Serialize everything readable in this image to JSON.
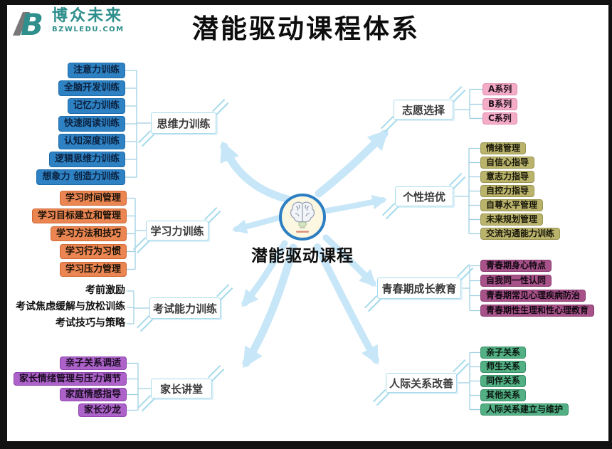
{
  "logo": {
    "mark": "B",
    "name": "博众未来",
    "domain": "BZWLEDU.COM",
    "color": "#2E8F8C",
    "mark_gray": "#787878"
  },
  "title": "潜能驱动课程体系",
  "center": {
    "label": "潜能驱动课程",
    "icon": "brain-bulb-icon",
    "ring_color": "#2B7FC2",
    "fill_color": "#FBF7E0"
  },
  "colors": {
    "node_border": "#A7DBEB",
    "connector": "#9FCFE2",
    "arrow": "#C7E6F7",
    "frame": "#121212",
    "title_color": "#0D0D0D"
  },
  "branches": [
    {
      "id": "thinking",
      "label": "思维力训练",
      "side": "left",
      "box_fill": "#2E82C4",
      "box_border": "#1E6CAB",
      "box_text": "#0B2240",
      "children": [
        "注意力训练",
        "全脑开发训练",
        "记忆力训练",
        "快速阅读训练",
        "认知深度训练",
        "逻辑思维力训练",
        "想象力 创造力训练"
      ]
    },
    {
      "id": "learning",
      "label": "学习力训练",
      "side": "left",
      "box_fill": "#EB8652",
      "box_border": "#CF6A36",
      "box_text": "#1A1208",
      "children": [
        "学习时间管理",
        "学习目标建立和管理",
        "学习方法和技巧",
        "学习行为习惯",
        "学习压力管理"
      ]
    },
    {
      "id": "exam",
      "label": "考试能力训练",
      "side": "left",
      "box_fill": "",
      "box_border": "",
      "box_text": "#121212",
      "children": [
        "考前激励",
        "考试焦虑缓解与放松训练",
        "考试技巧与策略"
      ]
    },
    {
      "id": "family",
      "label": "家长讲堂",
      "side": "left",
      "box_fill": "#AC62C9",
      "box_border": "#8E46AD",
      "box_text": "#1C0D24",
      "children": [
        "亲子关系调适",
        "家长情绪管理与压力调节",
        "家庭情感指导",
        "家长沙龙"
      ]
    },
    {
      "id": "choice",
      "label": "志愿选择",
      "side": "right",
      "box_fill": "#F3ABC6",
      "box_border": "#E28CB0",
      "box_text": "#20101A",
      "children": [
        "A系列",
        "B系列",
        "C系列"
      ]
    },
    {
      "id": "personality",
      "label": "个性培优",
      "side": "right",
      "box_fill": "#BAB36C",
      "box_border": "#9A944E",
      "box_text": "#191809",
      "children": [
        "情绪管理",
        "自信心指导",
        "意志力指导",
        "自控力指导",
        "自尊水平管理",
        "未来规划管理",
        "交流沟通能力训练"
      ]
    },
    {
      "id": "adolescence",
      "label": "青春期成长教育",
      "side": "right",
      "box_fill": "#A75289",
      "box_border": "#8A3C6F",
      "box_text": "#120812",
      "children": [
        "青春期身心特点",
        "自我同一性认同",
        "青春期常见心理疾病防治",
        "青春期性生理和性心理教育"
      ]
    },
    {
      "id": "interpersonal",
      "label": "人际关系改善",
      "side": "right",
      "box_fill": "#52B084",
      "box_border": "#3A9168",
      "box_text": "#0B1710",
      "children": [
        "亲子关系",
        "师生关系",
        "同伴关系",
        "其他关系",
        "人际关系建立与维护"
      ]
    }
  ]
}
